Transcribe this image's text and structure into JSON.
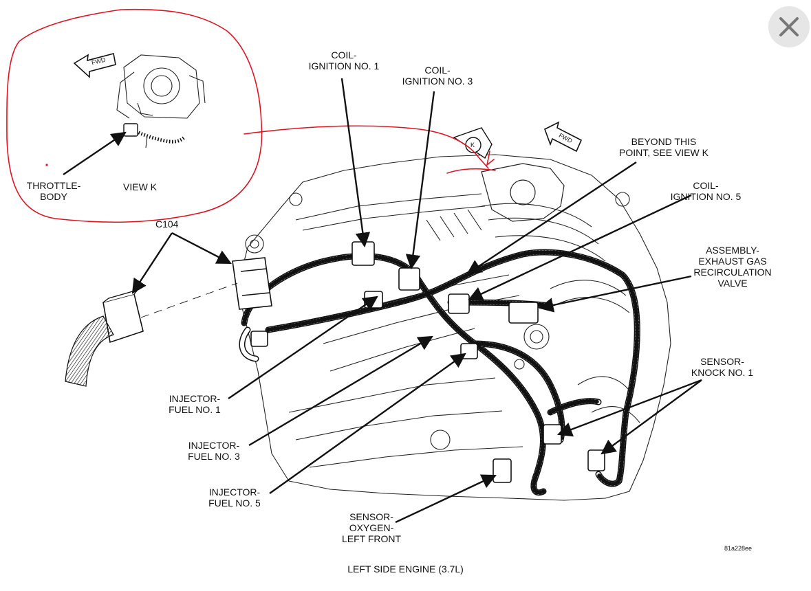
{
  "labels": {
    "coil1": [
      "COIL-",
      "IGNITION NO. 1"
    ],
    "coil3": [
      "COIL-",
      "IGNITION NO. 3"
    ],
    "beyond": [
      "BEYOND THIS",
      "POINT, SEE VIEW K"
    ],
    "coil5": [
      "COIL-",
      "IGNITION NO. 5"
    ],
    "egr": [
      "ASSEMBLY-",
      "EXHAUST GAS",
      "RECIRCULATION",
      "VALVE"
    ],
    "knock": [
      "SENSOR-",
      "KNOCK NO. 1"
    ],
    "inj1": [
      "INJECTOR-",
      "FUEL NO. 1"
    ],
    "inj3": [
      "INJECTOR-",
      "FUEL NO. 3"
    ],
    "inj5": [
      "INJECTOR-",
      "FUEL NO. 5"
    ],
    "o2": [
      "SENSOR-",
      "OXYGEN-",
      "LEFT FRONT"
    ],
    "throttle": [
      "THROTTLE-",
      "BODY"
    ],
    "viewk": "VIEW K",
    "c104": "C104",
    "fwd": "FWD",
    "k": "K",
    "figure_id": "81a228ee",
    "caption": "LEFT SIDE ENGINE  (3.7L)"
  },
  "colors": {
    "line": "#111111",
    "annotation": "#e0141e",
    "close_bg": "#e6e6e6",
    "close_icon": "#777777"
  },
  "icons": {
    "close": "close-icon"
  }
}
